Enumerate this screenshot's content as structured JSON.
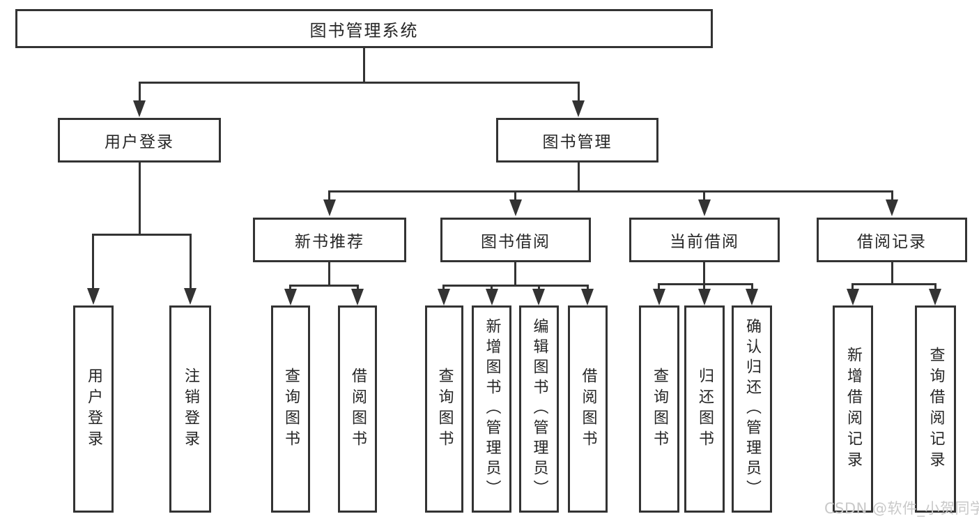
{
  "diagram": {
    "type": "tree",
    "root": {
      "label": "图书管理系统"
    },
    "level2": [
      {
        "id": "user-login",
        "label": "用户登录",
        "parent": "图书管理系统"
      },
      {
        "id": "book-management",
        "label": "图书管理",
        "parent": "图书管理系统"
      }
    ],
    "level3": [
      {
        "id": "new-book-recommend",
        "label": "新书推荐",
        "parent": "图书管理"
      },
      {
        "id": "book-borrowing",
        "label": "图书借阅",
        "parent": "图书管理"
      },
      {
        "id": "current-borrowing",
        "label": "当前借阅",
        "parent": "图书管理"
      },
      {
        "id": "borrowing-records",
        "label": "借阅记录",
        "parent": "图书管理"
      }
    ],
    "leaves": [
      {
        "id": "leaf-user-login",
        "label": "用户登录",
        "parent": "用户登录"
      },
      {
        "id": "leaf-logout",
        "label": "注销登录",
        "parent": "用户登录"
      },
      {
        "id": "leaf-query-books-1",
        "label": "查询图书",
        "parent": "新书推荐"
      },
      {
        "id": "leaf-borrow-books-1",
        "label": "借阅图书",
        "parent": "新书推荐"
      },
      {
        "id": "leaf-query-books-2",
        "label": "查询图书",
        "parent": "图书借阅"
      },
      {
        "id": "leaf-add-books-admin",
        "label": "新增图书（管理员）",
        "parent": "图书借阅"
      },
      {
        "id": "leaf-edit-books-admin",
        "label": "编辑图书（管理员）",
        "parent": "图书借阅"
      },
      {
        "id": "leaf-borrow-books-2",
        "label": "借阅图书",
        "parent": "图书借阅"
      },
      {
        "id": "leaf-query-books-3",
        "label": "查询图书",
        "parent": "当前借阅"
      },
      {
        "id": "leaf-return-books",
        "label": "归还图书",
        "parent": "当前借阅"
      },
      {
        "id": "leaf-confirm-return-admin",
        "label": "确认归还（管理员）",
        "parent": "当前借阅"
      },
      {
        "id": "leaf-add-borrow-record",
        "label": "新增借阅记录",
        "parent": "借阅记录"
      },
      {
        "id": "leaf-query-borrow-record",
        "label": "查询借阅记录",
        "parent": "借阅记录"
      }
    ]
  },
  "watermark": {
    "text": "CSDN @软件_小贺同学"
  },
  "colors": {
    "line": "#333333",
    "text": "#262626",
    "watermark": "#c9c9c9",
    "background": "#ffffff"
  }
}
